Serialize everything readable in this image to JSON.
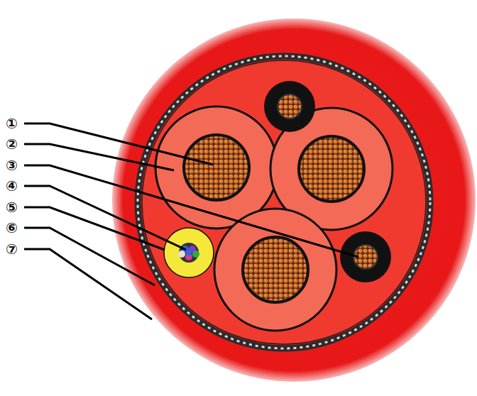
{
  "diagram": {
    "labels": [
      "①",
      "②",
      "③",
      "④",
      "⑤",
      "⑥",
      "⑦"
    ]
  }
}
